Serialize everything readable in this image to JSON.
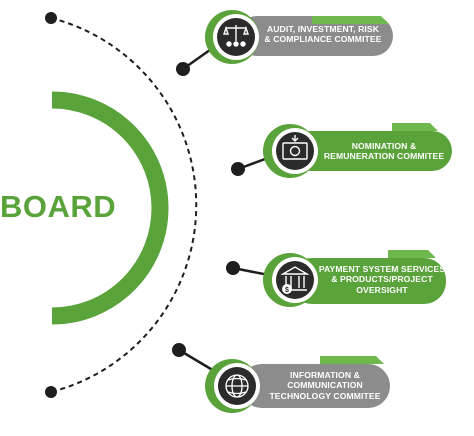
{
  "board": {
    "title": "BOARD"
  },
  "committees": [
    {
      "label_lines": [
        "AUDIT, INVESTMENT, RISK",
        "& COMPLIANCE COMMITEE"
      ],
      "icon": "scales-of-justice-people-icon",
      "pill_color": "#8c8c8c"
    },
    {
      "label_lines": [
        "NOMINATION &",
        "REMUNERATION COMMITEE"
      ],
      "icon": "money-banknote-icon",
      "pill_color": "#5aa33b"
    },
    {
      "label_lines": [
        "PAYMENT SYSTEM SERVICES",
        "& PRODUCTS/PROJECT",
        "OVERSIGHT"
      ],
      "icon": "bank-building-dollar-icon",
      "pill_color": "#5aa33b"
    },
    {
      "label_lines": [
        "INFORMATION &",
        "COMMUNICATION",
        "TECHNOLOGY COMMITEE"
      ],
      "icon": "globe-network-icon",
      "pill_color": "#8c8c8c"
    }
  ],
  "colors": {
    "green": "#5aa33b",
    "gray": "#8c8c8c",
    "dark": "#1e1e1e",
    "icon_circle": "#2b2b2b"
  }
}
